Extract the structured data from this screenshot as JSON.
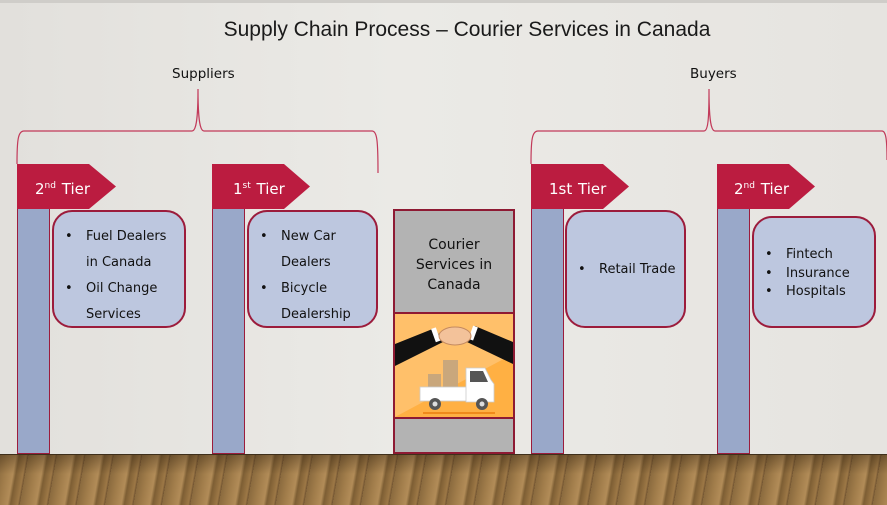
{
  "title": "Supply Chain Process – Courier Services in Canada",
  "colors": {
    "tier_banner": "#bb1c40",
    "card_fill": "#bdc7df",
    "pillar_fill": "#99a8c9",
    "border": "#9c1c3c",
    "courier_fill": "#b3b3b3",
    "illustration_bg": "#ffc06a"
  },
  "groups": {
    "suppliers": {
      "label": "Suppliers"
    },
    "buyers": {
      "label": "Buyers"
    }
  },
  "tiers": [
    {
      "group": "suppliers",
      "num": "2",
      "suffix": "nd",
      "word": "Tier",
      "items": [
        "Fuel Dealers in Canada",
        "Oil Change Services"
      ]
    },
    {
      "group": "suppliers",
      "num": "1",
      "suffix": "st",
      "word": "Tier",
      "items": [
        "New Car Dealers",
        "Bicycle Dealership"
      ]
    },
    {
      "group": "buyers",
      "num": "1st",
      "suffix": "",
      "word": "Tier",
      "items": [
        "Retail Trade"
      ]
    },
    {
      "group": "buyers",
      "num": "2",
      "suffix": "nd",
      "word": "Tier",
      "items": [
        "Fintech",
        "Insurance",
        "Hospitals"
      ]
    }
  ],
  "center": {
    "label": "Courier Services in Canada",
    "illustration": "handshake-delivery-truck-icon"
  }
}
